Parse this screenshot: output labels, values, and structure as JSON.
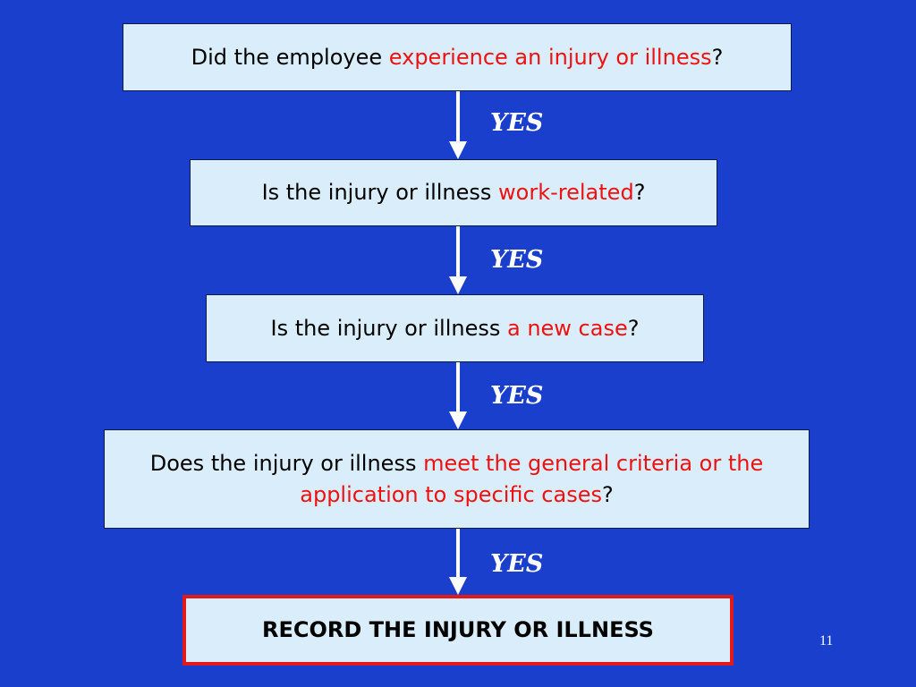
{
  "steps": [
    {
      "pre": "Did the employee ",
      "highlight": "experience an injury or illness",
      "post": "?"
    },
    {
      "pre": "Is the injury or illness ",
      "highlight": "work-related",
      "post": "?"
    },
    {
      "pre": "Is the injury or illness ",
      "highlight": "a new case",
      "post": "?"
    },
    {
      "pre": "Does the injury or illness ",
      "highlight": "meet the general criteria or the application to specific cases",
      "post": "?"
    }
  ],
  "final_step": "RECORD THE INJURY OR ILLNESS",
  "connectors": [
    "YES",
    "YES",
    "YES",
    "YES"
  ],
  "page_number": "11",
  "colors": {
    "background": "#1a3fcc",
    "box_fill": "#d9eefa",
    "highlight_text": "#ee1111",
    "final_border": "#e01a1a"
  }
}
